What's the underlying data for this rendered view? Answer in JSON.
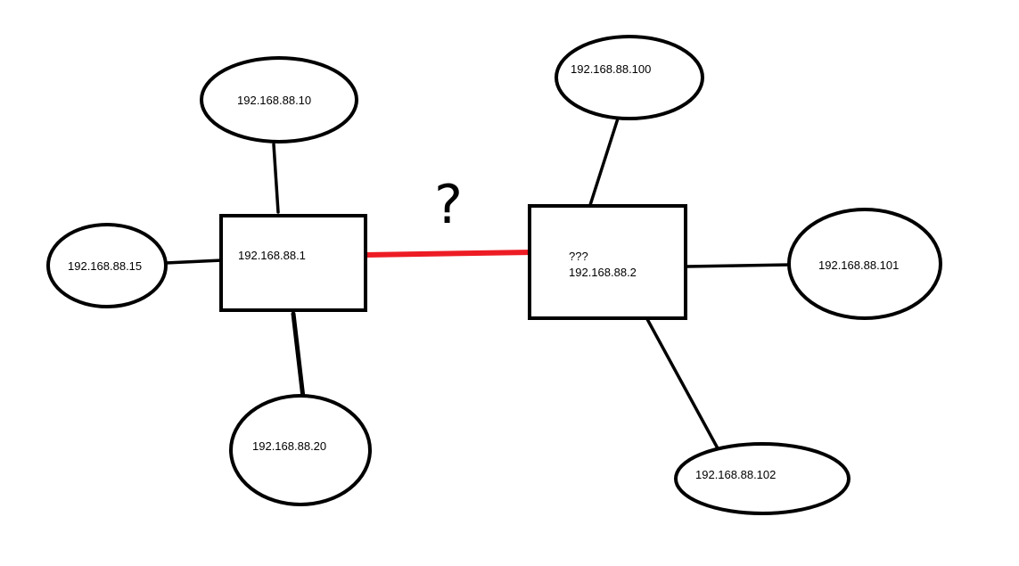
{
  "colors": {
    "unknown_link": "#ed1c24",
    "outline": "#000000",
    "background": "#ffffff"
  },
  "router_left": {
    "ip": "192.168.88.1"
  },
  "router_right": {
    "name": "???",
    "ip": "192.168.88.2"
  },
  "unknown_link_label": "?",
  "hosts_left": {
    "top": "192.168.88.10",
    "left": "192.168.88.15",
    "bottom": "192.168.88.20"
  },
  "hosts_right": {
    "top": "192.168.88.100",
    "right": "192.168.88.101",
    "bottom": "192.168.88.102"
  }
}
